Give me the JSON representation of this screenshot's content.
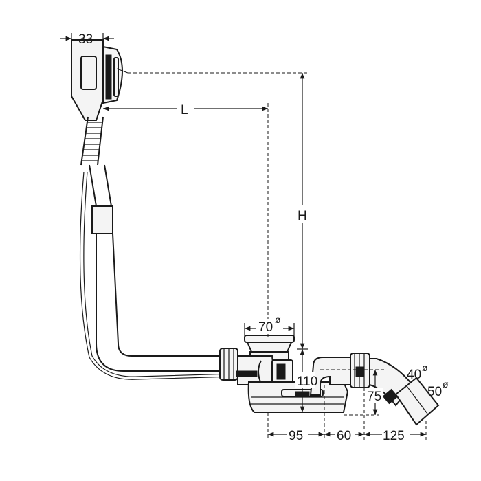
{
  "dimensions": {
    "overflow_depth": "33",
    "length": "L",
    "height": "H",
    "waste_diameter": "70",
    "trap_height": "110",
    "outlet_height": "75",
    "spacing_95": "95",
    "spacing_60": "60",
    "spacing_125": "125",
    "outlet_diameter_40": "40",
    "outlet_diameter_50": "50"
  },
  "symbols": {
    "diameter": "ø"
  }
}
